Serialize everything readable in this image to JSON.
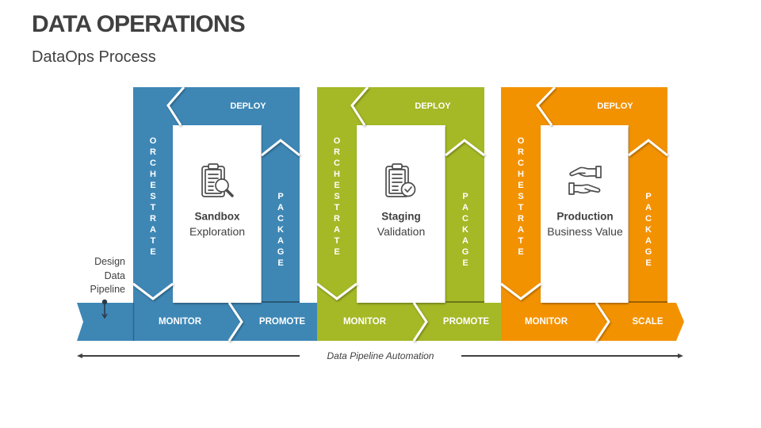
{
  "header": {
    "title": "DATA OPERATIONS",
    "subtitle": "DataOps Process"
  },
  "start": {
    "lines": [
      "Design",
      "Data",
      "Pipeline"
    ],
    "icon": "pin-arrow-down-icon"
  },
  "stages": [
    {
      "name": "Sandbox",
      "description": "Exploration",
      "icon": "clipboard-search-icon",
      "color": "#3e87b5",
      "labels": {
        "deploy": "DEPLOY",
        "orchestrate": "ORCHESTRATE",
        "package": "PACKAGE",
        "monitor": "MONITOR",
        "next": "PROMOTE"
      }
    },
    {
      "name": "Staging",
      "description": "Validation",
      "icon": "clipboard-check-icon",
      "color": "#a5b826",
      "labels": {
        "deploy": "DEPLOY",
        "orchestrate": "ORCHESTRATE",
        "package": "PACKAGE",
        "monitor": "MONITOR",
        "next": "PROMOTE"
      }
    },
    {
      "name": "Production",
      "description": "Business Value",
      "icon": "giving-hands-icon",
      "color": "#f39200",
      "labels": {
        "deploy": "DEPLOY",
        "orchestrate": "ORCHESTRATE",
        "package": "PACKAGE",
        "monitor": "MONITOR",
        "next": "SCALE"
      }
    }
  ],
  "footer": {
    "label": "Data Pipeline Automation",
    "arrow_color": "#404040"
  }
}
